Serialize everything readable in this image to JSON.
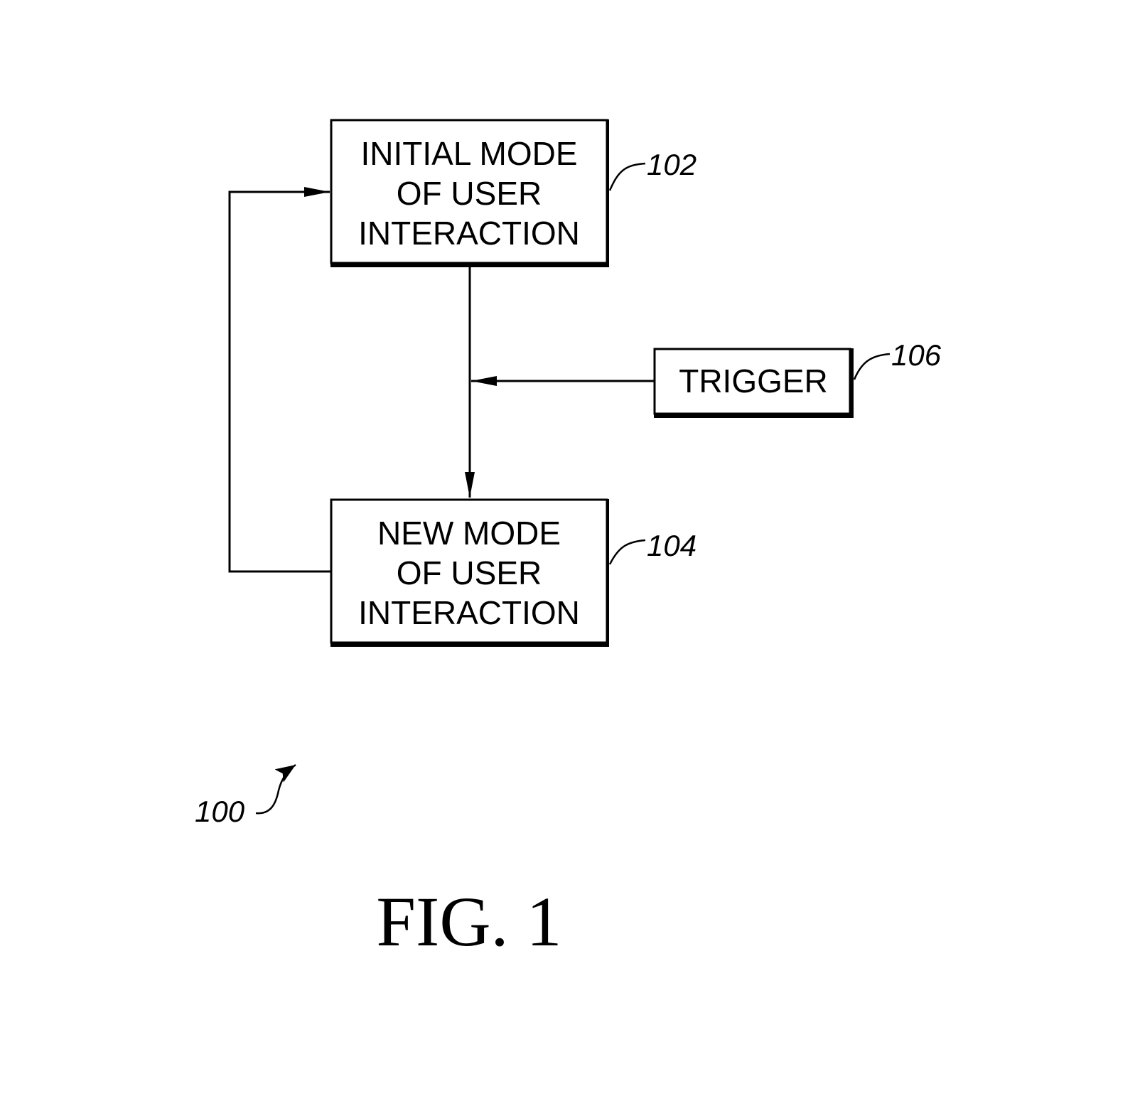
{
  "boxes": {
    "initial": {
      "lines": [
        "INITIAL MODE",
        "OF USER",
        "INTERACTION"
      ],
      "ref": "102"
    },
    "new": {
      "lines": [
        "NEW MODE",
        "OF USER",
        "INTERACTION"
      ],
      "ref": "104"
    },
    "trigger": {
      "lines": [
        "TRIGGER"
      ],
      "ref": "106"
    }
  },
  "system_ref": "100",
  "figure_label": "FIG. 1"
}
